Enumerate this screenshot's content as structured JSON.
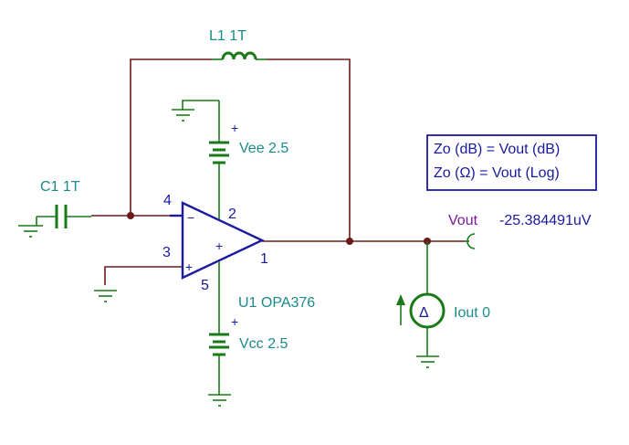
{
  "components": {
    "inductor": {
      "label": "L1 1T"
    },
    "capacitor": {
      "label": "C1 1T"
    },
    "vee": {
      "label": "Vee 2.5",
      "polarity": "+"
    },
    "vcc": {
      "label": "Vcc 2.5",
      "polarity": "+"
    },
    "opamp": {
      "label": "U1 OPA376",
      "pins": {
        "p1": "1",
        "p2": "2",
        "p3": "3",
        "p4": "4",
        "p5": "5"
      },
      "inv": "−",
      "noninv": "+",
      "plus_top": "+"
    },
    "iout": {
      "label": "Iout 0",
      "symbol": "Δ"
    }
  },
  "probe": {
    "name": "Vout",
    "value": "-25.384491uV"
  },
  "info_box": {
    "line1": "Zo (dB) = Vout (dB)",
    "line2": "Zo (Ω) = Vout (Log)"
  }
}
